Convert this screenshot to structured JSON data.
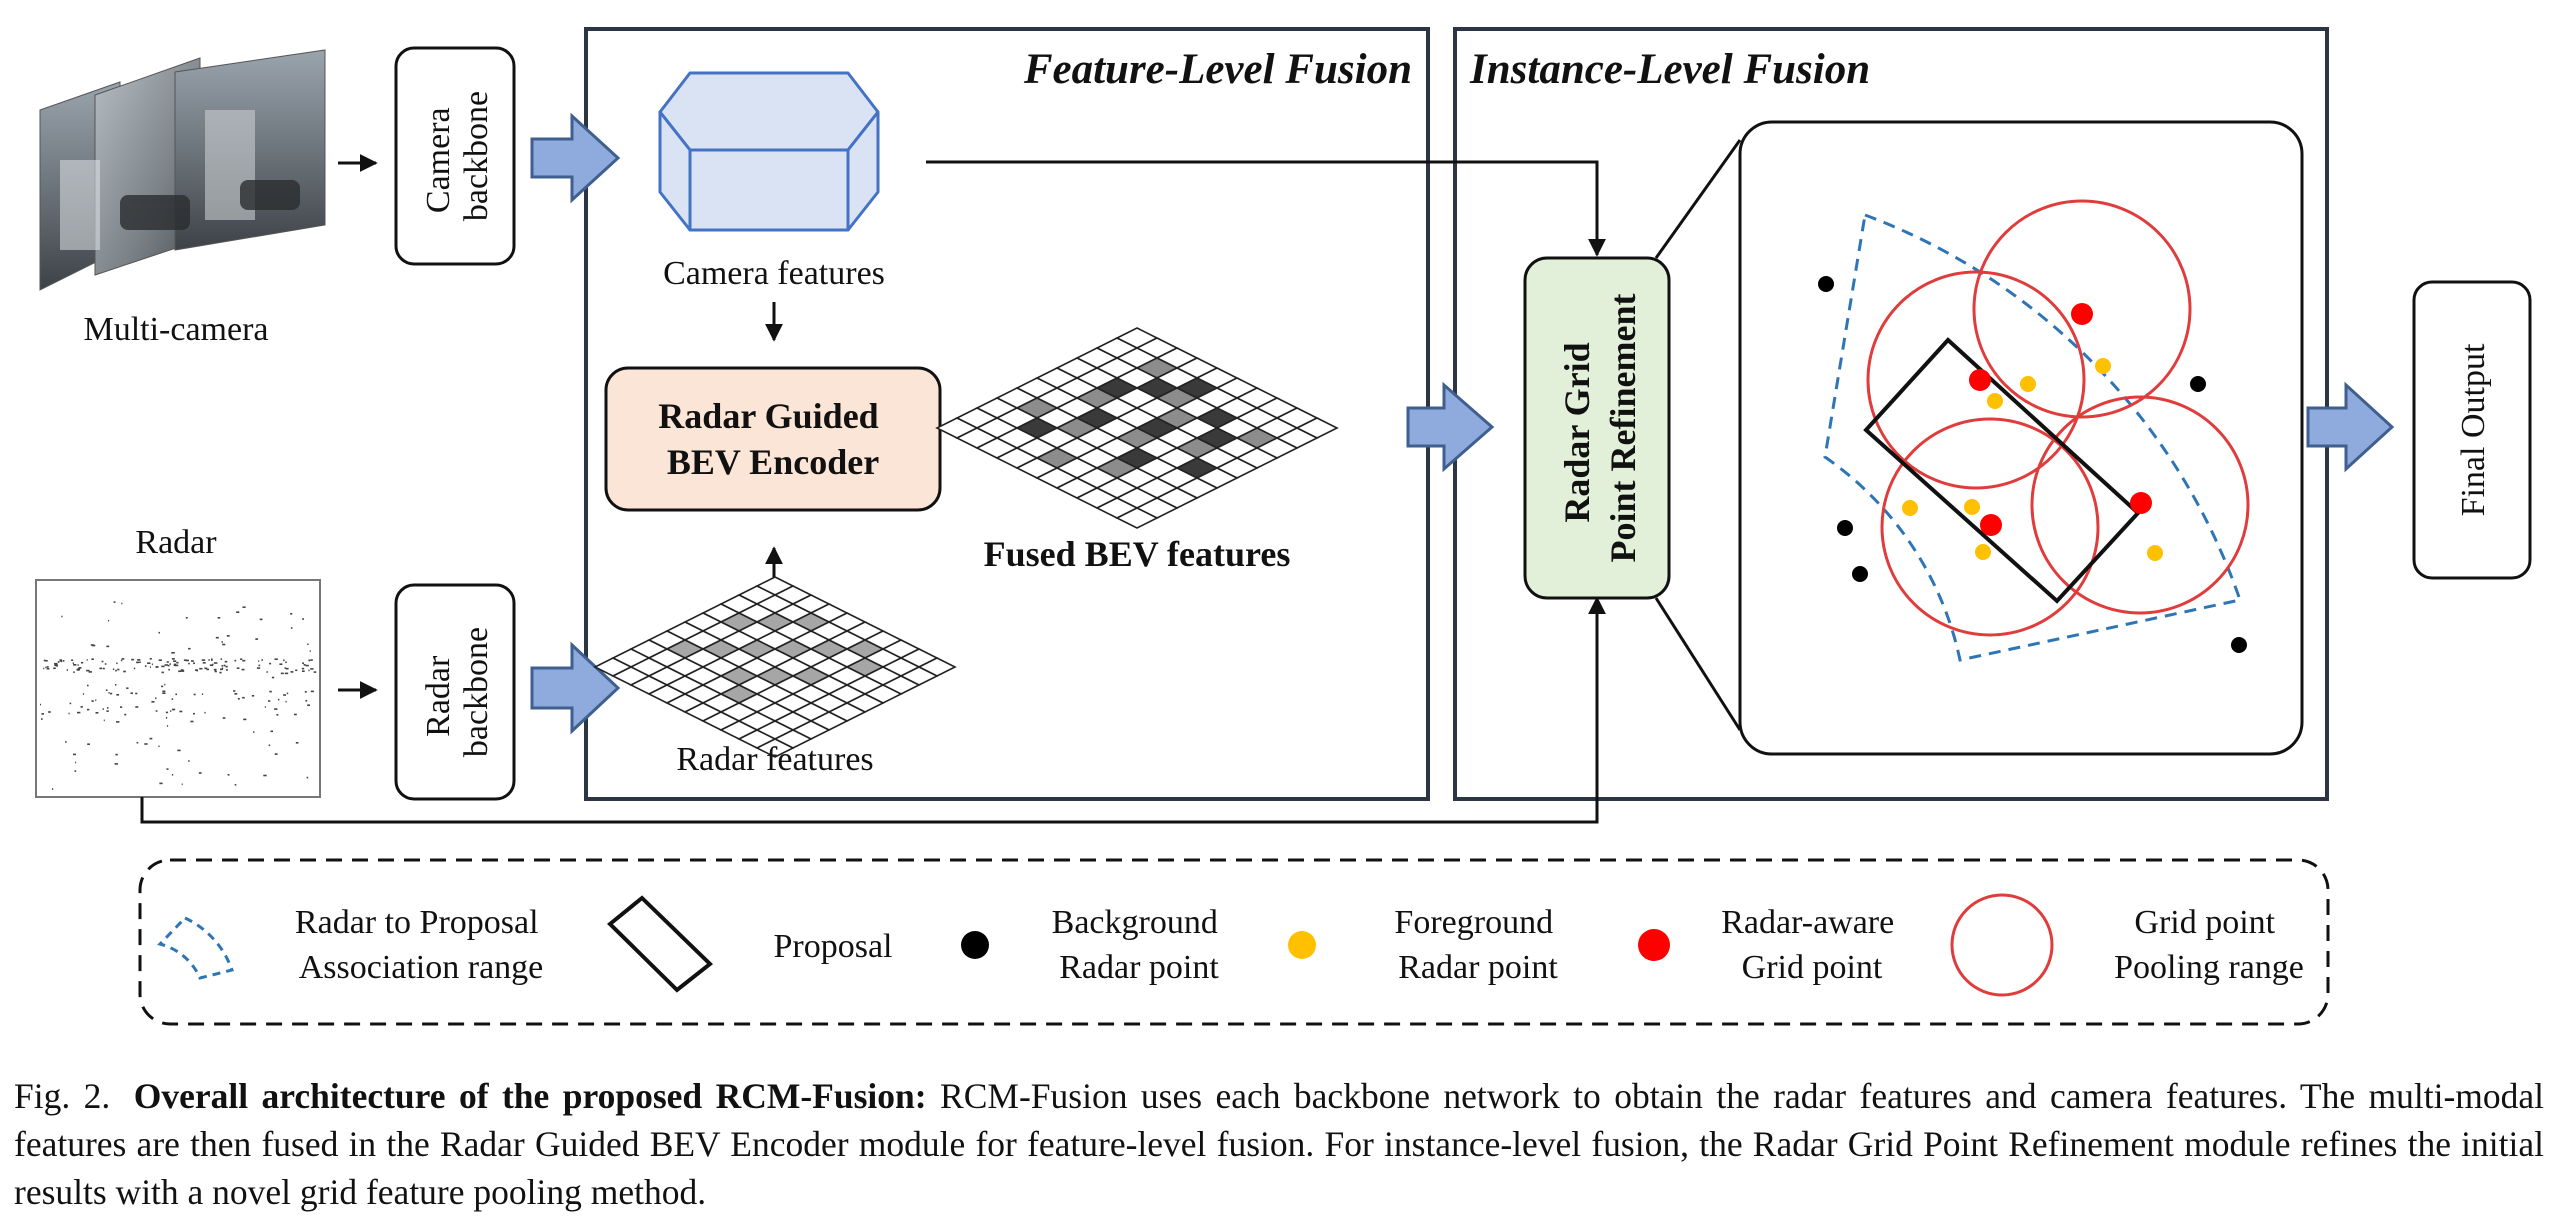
{
  "sections": {
    "feature_level": "Feature-Level Fusion",
    "instance_level": "Instance-Level Fusion"
  },
  "inputs": {
    "camera": "Multi-camera",
    "radar": "Radar"
  },
  "modules": {
    "camera_backbone": [
      "Camera",
      "backbone"
    ],
    "radar_backbone": [
      "Radar",
      "backbone"
    ],
    "bev_encoder": [
      "Radar Guided",
      "BEV Encoder"
    ],
    "refinement": [
      "Radar Grid",
      "Point Refinement"
    ],
    "final_output": "Final Output"
  },
  "features": {
    "camera": "Camera features",
    "radar": "Radar features",
    "fused": "Fused BEV features"
  },
  "legend": [
    {
      "icon": "association-range-icon",
      "lines": [
        "Radar to Proposal",
        "Association range"
      ]
    },
    {
      "icon": "proposal-icon",
      "lines": [
        "Proposal"
      ]
    },
    {
      "icon": "background-point-icon",
      "lines": [
        "Background",
        "Radar point"
      ]
    },
    {
      "icon": "foreground-point-icon",
      "lines": [
        "Foreground",
        "Radar point"
      ]
    },
    {
      "icon": "radar-aware-grid-point-icon",
      "lines": [
        "Radar-aware",
        "Grid point"
      ]
    },
    {
      "icon": "pooling-range-icon",
      "lines": [
        "Grid point",
        "Pooling range"
      ]
    }
  ],
  "colors": {
    "arrow_fill": "#8faadc",
    "arrow_stroke": "#3f5f8f",
    "bev_encoder_fill": "#fbe5d6",
    "refinement_fill": "#e2f0d9",
    "camera_feature_fill": "#dae3f3",
    "camera_feature_stroke": "#4472c4",
    "pooling_circle": "#e03c3c",
    "radar_aware_point": "#ff0000",
    "foreground_point": "#ffc000",
    "background_point": "#000000",
    "association_range": "#2e75b6"
  },
  "caption": {
    "fig": "Fig. 2.",
    "bold": "Overall architecture of the proposed RCM-Fusion:",
    "text": "RCM-Fusion uses each backbone network to obtain the radar features and camera features. The multi-modal features are then fused in the Radar Guided BEV Encoder module for feature-level fusion. For instance-level fusion, the Radar Grid Point Refinement module refines the initial results with a novel grid feature pooling method."
  }
}
